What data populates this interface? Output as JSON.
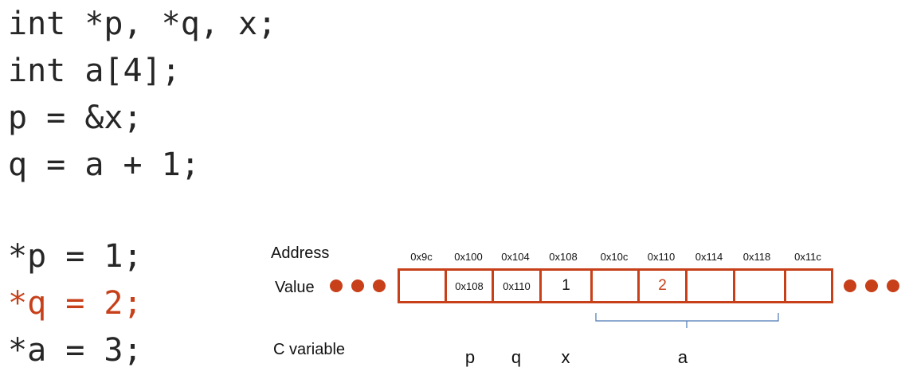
{
  "code": {
    "lines": [
      "int *p, *q, x;",
      "int a[4];",
      "p = &x;",
      "q = a + 1;"
    ],
    "assign_lines": [
      "*p = 1;",
      "*q = 2;",
      "*a = 3;"
    ]
  },
  "diagram": {
    "address_label": "Address",
    "value_label": "Value",
    "variable_label": "C variable",
    "addresses": [
      "0x9c",
      "0x100",
      "0x104",
      "0x108",
      "0x10c",
      "0x110",
      "0x114",
      "0x118",
      "0x11c"
    ],
    "values": [
      "",
      "0x108",
      "0x110",
      "1",
      "",
      "2",
      "",
      "",
      ""
    ],
    "variables": {
      "p": "p",
      "q": "q",
      "x": "x",
      "a": "a"
    }
  },
  "colors": {
    "accent": "#c7401a",
    "brace": "#4a78b5",
    "text": "#262626"
  }
}
